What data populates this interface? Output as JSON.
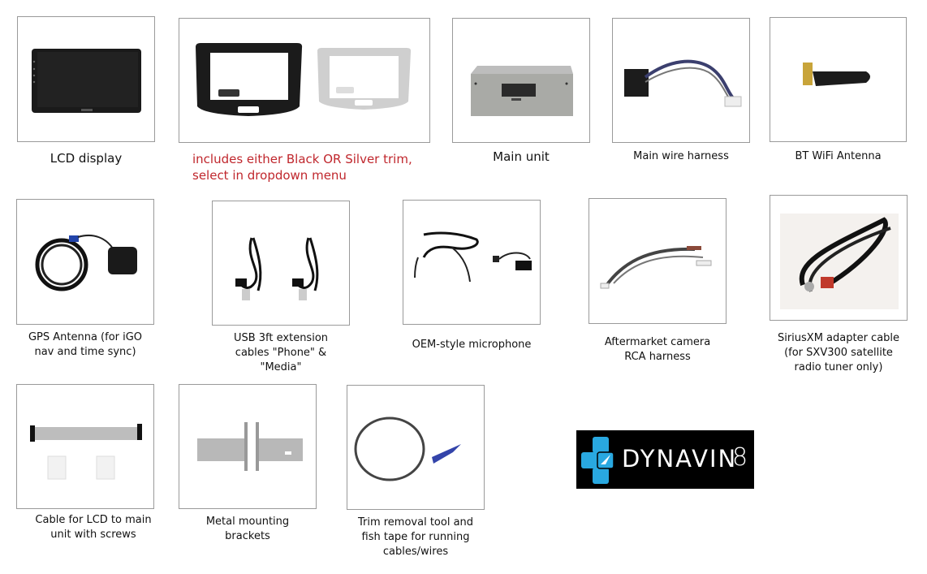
{
  "items": [
    {
      "id": "lcd-display",
      "caption": "LCD display"
    },
    {
      "id": "trim-bezel",
      "caption_line1": "includes either Black OR Silver trim,",
      "caption_line2": "select in dropdown menu"
    },
    {
      "id": "main-unit",
      "caption": "Main unit"
    },
    {
      "id": "main-wire-harness",
      "caption": "Main wire harness"
    },
    {
      "id": "bt-wifi-antenna",
      "caption": "BT WiFi Antenna"
    },
    {
      "id": "gps-antenna",
      "caption_line1": "GPS Antenna (for iGO",
      "caption_line2": "nav and time sync)"
    },
    {
      "id": "usb-extension",
      "caption_line1": "USB 3ft extension",
      "caption_line2": "cables \"Phone\" &",
      "caption_line3": "\"Media\""
    },
    {
      "id": "oem-microphone",
      "caption": "OEM-style microphone"
    },
    {
      "id": "camera-rca-harness",
      "caption_line1": "Aftermarket camera",
      "caption_line2": "RCA harness"
    },
    {
      "id": "siriusxm-cable",
      "caption_line1": "SiriusXM adapter cable",
      "caption_line2": "(for SXV300 satellite",
      "caption_line3": "radio tuner only)"
    },
    {
      "id": "lcd-cable",
      "caption_line1": "Cable for LCD to main",
      "caption_line2": "unit with screws"
    },
    {
      "id": "mounting-brackets",
      "caption_line1": "Metal mounting",
      "caption_line2": "brackets"
    },
    {
      "id": "trim-tool",
      "caption_line1": "Trim removal tool and",
      "caption_line2": "fish tape for running",
      "caption_line3": "cables/wires"
    }
  ],
  "logo": {
    "brand": "DYNAVIN",
    "model": "8",
    "accent_color": "#29a8e0"
  },
  "colors": {
    "note_red": "#c0272d",
    "border": "#9a9a9a"
  }
}
